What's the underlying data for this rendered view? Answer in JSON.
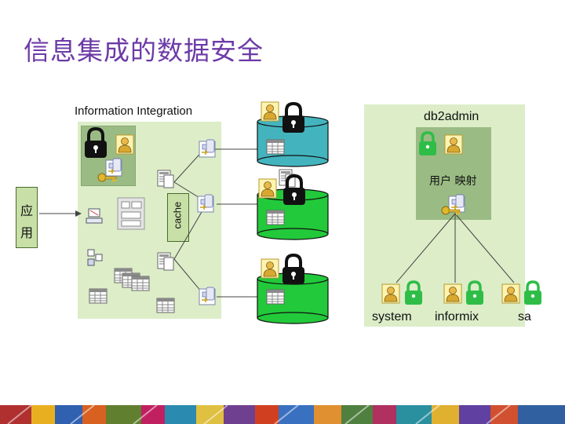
{
  "title": "信息集成的数据安全",
  "ii_label": "Information Integration",
  "app_label": [
    "应",
    "用"
  ],
  "cache_label": "cache",
  "db2admin_label": "db2admin",
  "mapping_label": "用户 映射",
  "users": [
    "system",
    "informix",
    "sa"
  ],
  "colors": {
    "title": "#6c3aa6",
    "panel": "#dcedc8",
    "panel_dark": "#9bbb84",
    "db_teal": "#43b4be",
    "db_green": "#22c93a",
    "lock": "#111111",
    "lock_green": "#2fbd48"
  }
}
